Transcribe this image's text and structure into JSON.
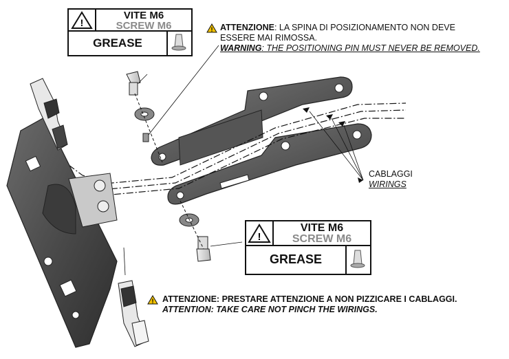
{
  "label_top": {
    "screw_it": "VITE M6",
    "screw_en": "SCREW M6",
    "grease": "GREASE"
  },
  "label_bottom": {
    "screw_it": "VITE M6",
    "screw_en": "SCREW M6",
    "grease": "GREASE"
  },
  "warning_pin": {
    "it_prefix": "ATTENZIONE",
    "it_text": ": LA SPINA DI POSIZIONAMENTO NON DEVE",
    "it_text2": "ESSERE MAI RIMOSSA.",
    "en_prefix": "WARNING",
    "en_text": ": THE POSITIONING PIN MUST NEVER BE REMOVED."
  },
  "wirings": {
    "it": "CABLAGGI",
    "en": "WIRINGS"
  },
  "warning_pinch": {
    "it": "ATTENZIONE: PRESTARE ATTENZIONE A NON PIZZICARE I CABLAGGI.",
    "en": "ATTENTION: TAKE CARE NOT PINCH THE WIRINGS."
  },
  "icons": [
    "warning-triangle-icon",
    "grease-tube-icon"
  ]
}
